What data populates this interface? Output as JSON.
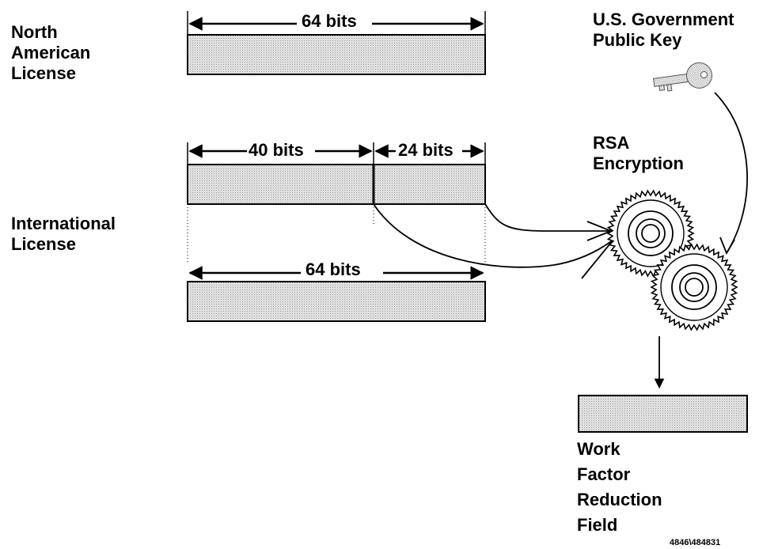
{
  "labels": {
    "north_american": [
      "North",
      "American",
      "License"
    ],
    "international": [
      "International",
      "License"
    ],
    "gov_key": [
      "U.S. Government",
      "Public Key"
    ],
    "rsa": [
      "RSA",
      "Encryption"
    ],
    "wfr": [
      "Work",
      "Factor",
      "Reduction",
      "Field"
    ]
  },
  "bit_labels": {
    "na_total": "64 bits",
    "intl_40": "40 bits",
    "intl_24": "24 bits",
    "intl_total": "64 bits"
  },
  "figure_id": "4846\\484831",
  "icons": [
    "key-icon",
    "gear-icon"
  ],
  "colors": {
    "stroke": "#000000",
    "fill_light": "#e6e6e6",
    "dot": "#9a9a9a"
  }
}
